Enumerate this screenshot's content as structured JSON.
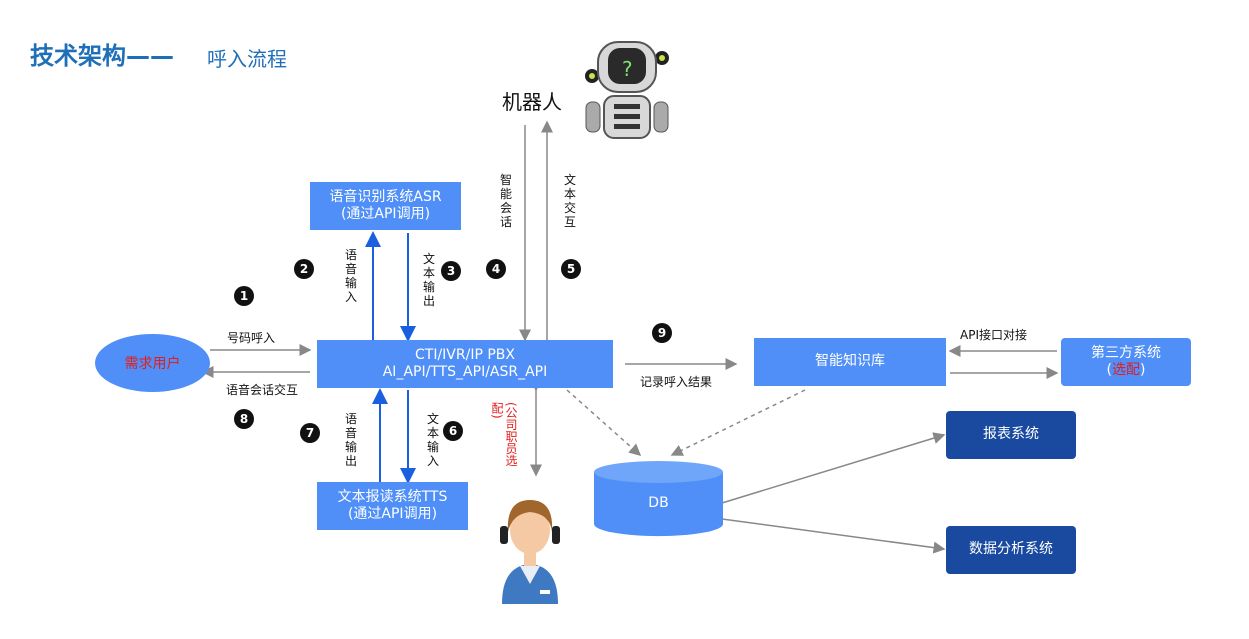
{
  "header": {
    "title_main": "技术架构——",
    "title_sub": "呼入流程"
  },
  "robot": {
    "label": "机器人"
  },
  "boxes": {
    "asr": {
      "line1": "语音识别系统ASR",
      "line2": "(通过API调用)"
    },
    "cti": {
      "line1": "CTI/IVR/IP PBX",
      "line2": "AI_API/TTS_API/ASR_API"
    },
    "tts": {
      "line1": "文本报读系统TTS",
      "line2": "(通过API调用)"
    },
    "kb": {
      "label": "智能知识库"
    },
    "third_party": {
      "line1": "第三方系统",
      "line2_open": "(",
      "line2_red": "选配",
      "line2_close": ")"
    },
    "report": {
      "label": "报表系统"
    },
    "analysis": {
      "label": "数据分析系统"
    }
  },
  "db": {
    "label": "DB"
  },
  "user": {
    "label": "需求用户"
  },
  "labels": {
    "call_in": "号码呼入",
    "voice_interact": "语音会话交互",
    "voice_input": "语音输入",
    "text_output": "文本输出",
    "smart_session": "智能会话",
    "text_interact": "文本交互",
    "voice_output": "语音输出",
    "text_input": "文本输入",
    "agent_optional": "(公司职员选配)",
    "record_result": "记录呼入结果",
    "api_dock": "API接口对接"
  },
  "steps": [
    "1",
    "2",
    "3",
    "4",
    "5",
    "6",
    "7",
    "8",
    "9"
  ],
  "colors": {
    "accent": "#1f6fb8",
    "box": "#4f8ff7",
    "box_dark": "#1a4aa0",
    "arrow_blue": "#1a5fe0",
    "arrow_gray": "#888888",
    "red": "#e31d1d"
  },
  "icons": [
    "robot-icon",
    "agent-headset-icon"
  ]
}
